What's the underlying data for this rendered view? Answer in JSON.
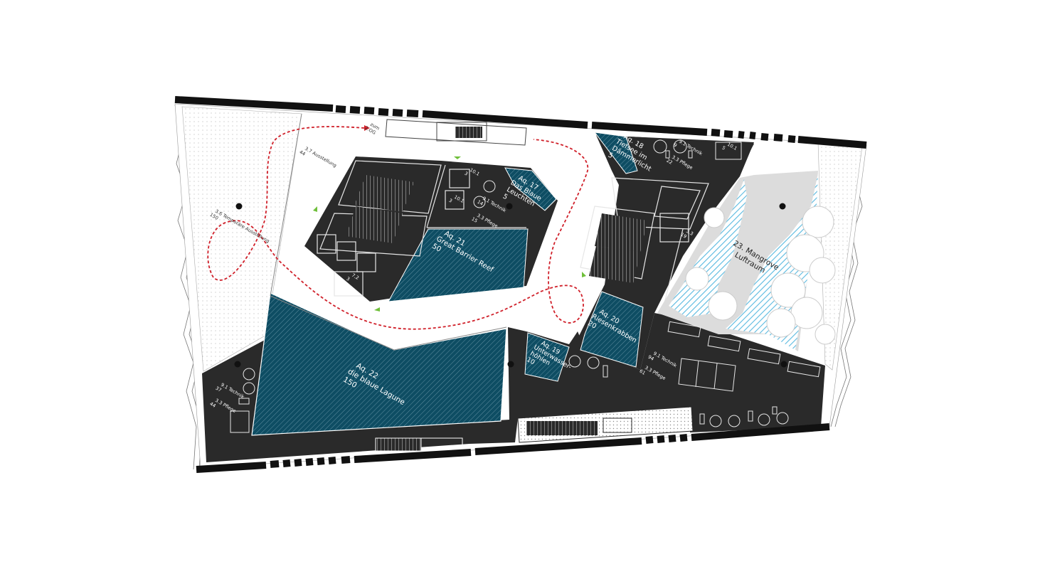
{
  "colors": {
    "background": "#ffffff",
    "wall": "#2a2a2a",
    "aquarium": "#0e4d63",
    "mangrove_water": "#58b9e0",
    "floor_light": "#dcdcdc",
    "route": "#d0202a",
    "marker": "#6fbf3a"
  },
  "rooms": {
    "aq17": {
      "line1": "Aq. 17",
      "line2": "Das Blaue",
      "line3": "Leuchten",
      "line4": "5"
    },
    "aq18": {
      "line1": "Aq. 18",
      "line2": "Tiefsee im",
      "line3": "Dämmerlicht",
      "line4": "5"
    },
    "aq19": {
      "line1": "Aq. 19",
      "line2": "Unterwasser-",
      "line3": "höhlen",
      "line4": "10"
    },
    "aq20": {
      "line1": "Aq. 20",
      "line2": "Riesenkrabben",
      "line3": "20"
    },
    "aq21": {
      "line1": "Aq. 21",
      "line2": "Great Barrier Reef",
      "line3": "50"
    },
    "aq22": {
      "line1": "Aq. 22",
      "line2": "die blaue Lagune",
      "line3": "150"
    },
    "r23": {
      "line1": "23. Mangrove",
      "line2": "Luftraum"
    }
  },
  "small_labels": {
    "zum": "zum",
    "og": "2.OG",
    "ausstellung": "3.7 Ausstellung",
    "ausstellung_area": "44",
    "temp": "3.6 Temporäre Ausstellung",
    "temp_area": "150",
    "technik_a": "9.1 Technik",
    "technik_a_area": "14",
    "pflege_a": "3.3 Pflege",
    "pflege_a_area": "15",
    "r10a": "10.1",
    "r10a_area": "3",
    "r10b": "10.1",
    "r10b_area": "3",
    "r72": "7.2",
    "r72_area": "3",
    "technik_b": "9.1 Technik",
    "technik_b_area": "9",
    "pflege_b": "3.3 Pflege",
    "pflege_b_area": "22",
    "r10c": "10.1",
    "r10c_area": "5",
    "r33": "3.3",
    "r33_area": "19",
    "technik_c": "9.1 Technik",
    "technik_c_area": "37",
    "pflege_c": "3.3 Pflege",
    "pflege_c_area": "44",
    "technik_d": "9.1 Technik",
    "technik_d_area": "94",
    "pflege_d": "3.3 Pflege",
    "pflege_d_area": "61"
  }
}
